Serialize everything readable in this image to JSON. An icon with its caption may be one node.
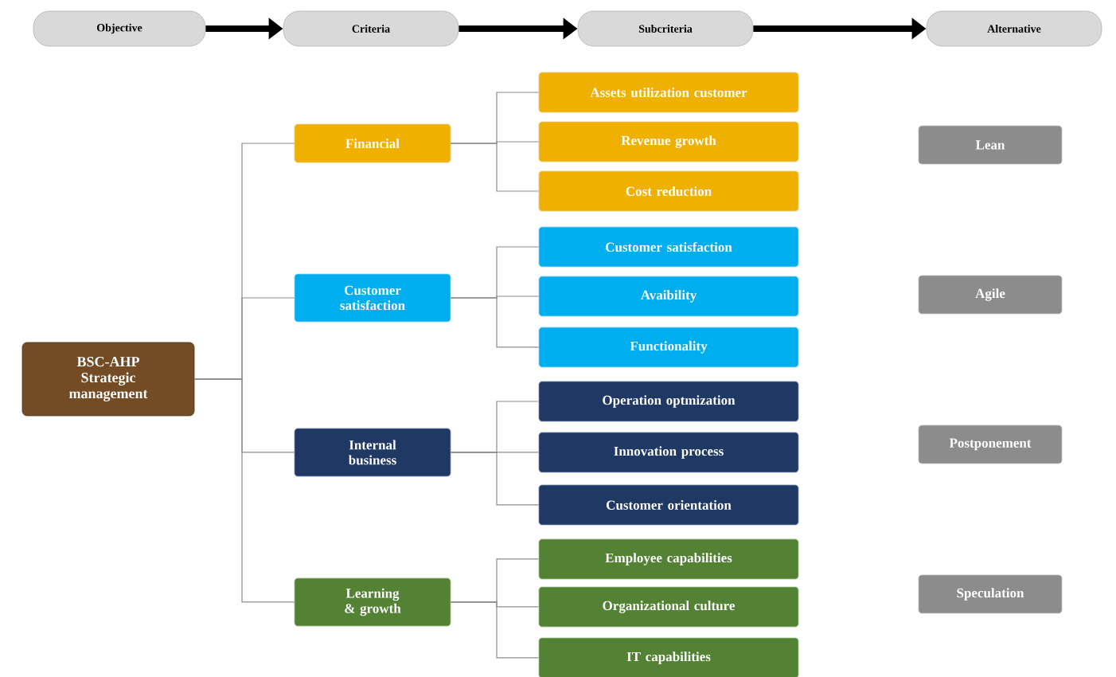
{
  "diagram": {
    "nodes": [
      {
        "text": [
          "Objective"
        ]
      },
      {
        "text": [
          "Criteria"
        ]
      },
      {
        "text": [
          "Subcriteria"
        ]
      },
      {
        "text": [
          "Alternative"
        ]
      },
      {
        "text": [
          "BSC-AHP Strategic management"
        ]
      },
      {
        "text": [
          "Financial"
        ]
      },
      {
        "text": [
          "Customer satisfaction"
        ]
      },
      {
        "text": [
          "Internal business"
        ]
      },
      {
        "text": [
          "Learning & growth"
        ]
      },
      {
        "text": [
          "Assets utilization customer"
        ]
      },
      {
        "text": [
          "Revenue growth"
        ]
      },
      {
        "text": [
          "Cost reduction"
        ]
      },
      {
        "text": [
          "Customer satisfaction"
        ]
      },
      {
        "text": [
          "Avaibility"
        ]
      },
      {
        "text": [
          "Functionality"
        ]
      },
      {
        "text": [
          "Operation optmization"
        ]
      },
      {
        "text": [
          "Innovation process"
        ]
      },
      {
        "text": [
          "Customer orientation"
        ]
      },
      {
        "text": [
          "Employee capabilities"
        ]
      },
      {
        "text": [
          "Organizational culture"
        ]
      },
      {
        "text": [
          "IT capabilities"
        ]
      },
      {
        "text": [
          "Lean"
        ]
      },
      {
        "text": [
          "Agile"
        ]
      },
      {
        "text": [
          "Postponement"
        ]
      },
      {
        "text": [
          "Speculation"
        ]
      }
    ],
    "edges": [
      {
        "from": 0,
        "to": 1,
        "arrow": "to",
        "style": "thick",
        "color": "#000000"
      },
      {
        "from": 1,
        "to": 2,
        "arrow": "to",
        "style": "thick",
        "color": "#000000"
      },
      {
        "from": 2,
        "to": 3,
        "arrow": "to",
        "style": "thick",
        "color": "#000000"
      },
      {
        "from": 4,
        "to": 5,
        "arrow": "none"
      },
      {
        "from": 4,
        "to": 6,
        "arrow": "none"
      },
      {
        "from": 4,
        "to": 7,
        "arrow": "none"
      },
      {
        "from": 4,
        "to": 8,
        "arrow": "none"
      },
      {
        "from": 5,
        "to": 9,
        "arrow": "none"
      },
      {
        "from": 5,
        "to": 10,
        "arrow": "none"
      },
      {
        "from": 5,
        "to": 11,
        "arrow": "none"
      },
      {
        "from": 6,
        "to": 12,
        "arrow": "none"
      },
      {
        "from": 6,
        "to": 13,
        "arrow": "none"
      },
      {
        "from": 6,
        "to": 14,
        "arrow": "none"
      },
      {
        "from": 7,
        "to": 15,
        "arrow": "none"
      },
      {
        "from": 7,
        "to": 16,
        "arrow": "none"
      },
      {
        "from": 7,
        "to": 17,
        "arrow": "none"
      },
      {
        "from": 8,
        "to": 18,
        "arrow": "none"
      },
      {
        "from": 8,
        "to": 19,
        "arrow": "none"
      },
      {
        "from": 8,
        "to": 20,
        "arrow": "none"
      }
    ]
  }
}
